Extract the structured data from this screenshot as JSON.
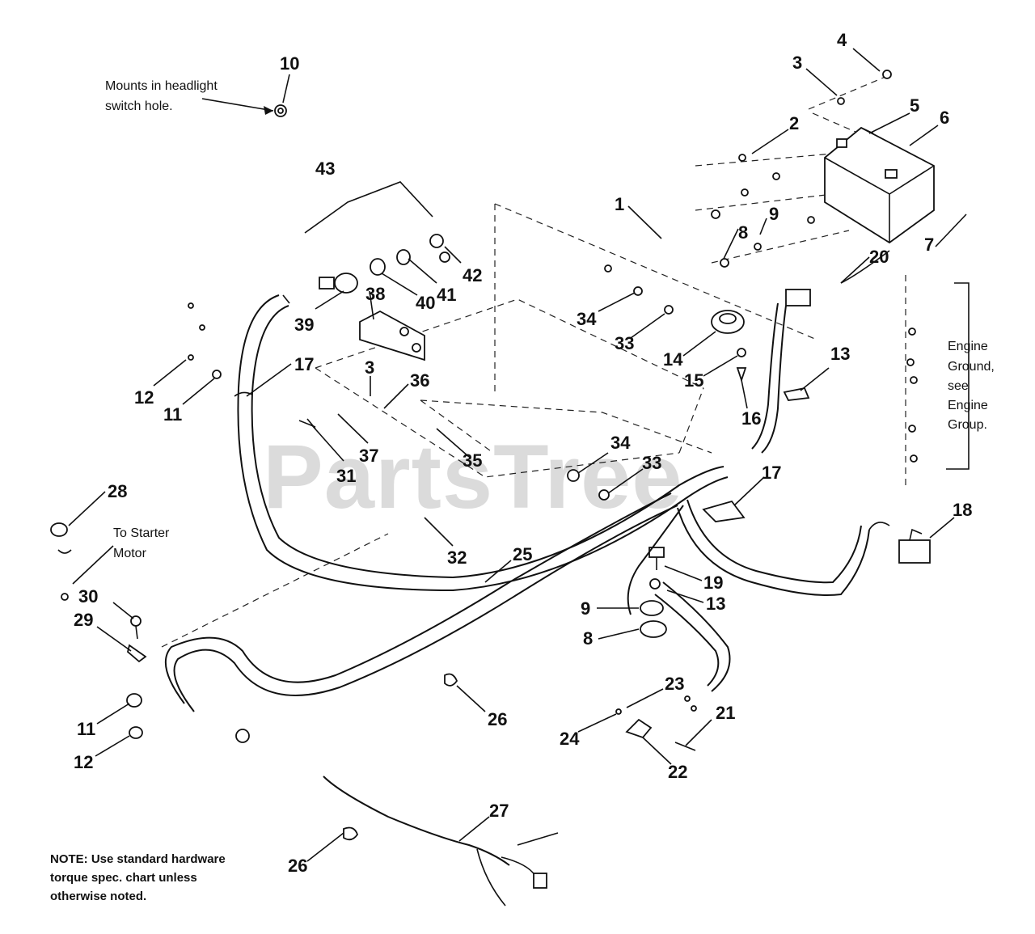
{
  "watermark": "PartsTree",
  "notes": {
    "headlight": [
      "Mounts in headlight",
      "switch hole."
    ],
    "starter": [
      "To Starter",
      "Motor"
    ],
    "ground": [
      "Engine",
      "Ground,",
      "see",
      "Engine",
      "Group."
    ],
    "hardware": [
      "NOTE: Use standard hardware",
      "torque spec. chart unless",
      "otherwise noted."
    ]
  },
  "callouts": [
    "10",
    "4",
    "3",
    "5",
    "6",
    "2",
    "43",
    "1",
    "9",
    "8",
    "7",
    "20",
    "42",
    "41",
    "40",
    "39",
    "38",
    "34",
    "33",
    "14",
    "15",
    "16",
    "13",
    "17",
    "3",
    "36",
    "12",
    "11",
    "31",
    "37",
    "35",
    "34",
    "33",
    "17",
    "28",
    "32",
    "25",
    "18",
    "30",
    "29",
    "19",
    "13",
    "9",
    "8",
    "23",
    "21",
    "24",
    "22",
    "26",
    "11",
    "12",
    "27",
    "26"
  ]
}
